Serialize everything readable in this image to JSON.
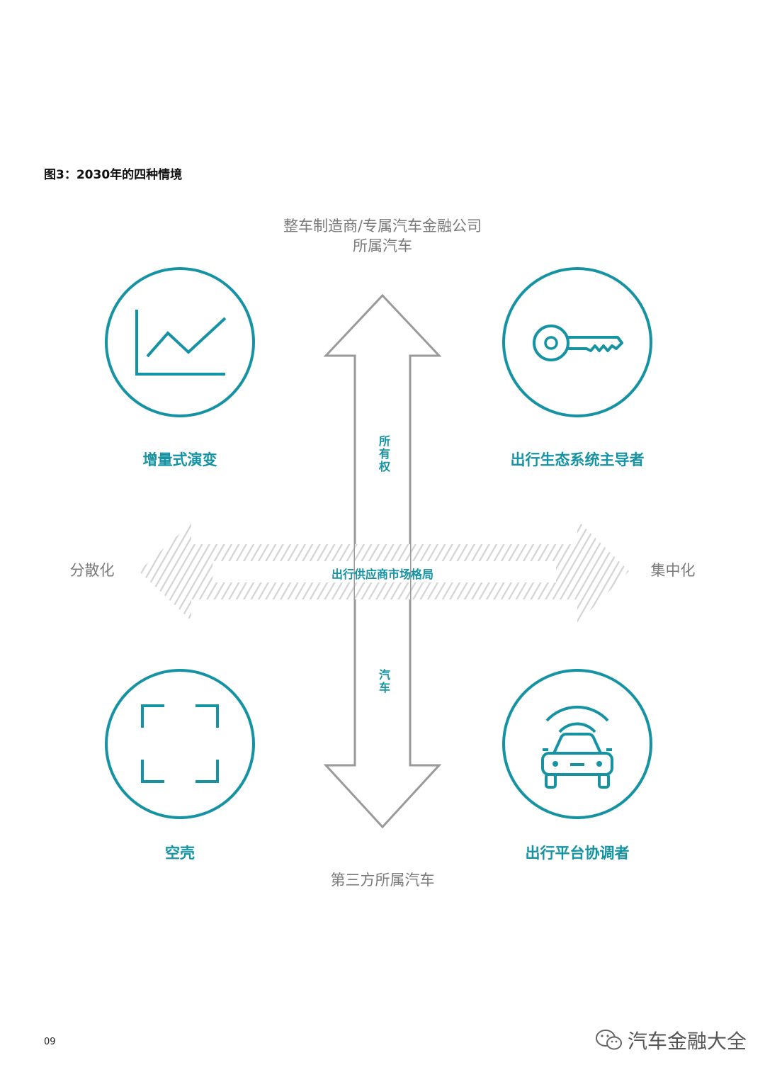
{
  "figure": {
    "title": "图3：2030年的四种情境"
  },
  "axes": {
    "top_line1": "整车制造商/专属汽车金融公司",
    "top_line2": "所属汽车",
    "bottom": "第三方所属汽车",
    "left": "分散化",
    "right": "集中化",
    "vertical_upper": "所有权",
    "vertical_lower": "汽车",
    "horizontal": "出行供应商市场格局"
  },
  "scenarios": [
    {
      "label": "增量式演变",
      "icon": "line-chart-icon"
    },
    {
      "label": "出行生态系统主导者",
      "icon": "key-icon"
    },
    {
      "label": "空壳",
      "icon": "empty-frame-icon"
    },
    {
      "label": "出行平台协调者",
      "icon": "connected-car-icon"
    }
  ],
  "colors": {
    "teal": "#1593a3",
    "gray_arrow": "#9a9a9a",
    "hatch": "#d4d4d4"
  },
  "footer": {
    "page_number": "09",
    "brand": "汽车金融大全"
  }
}
